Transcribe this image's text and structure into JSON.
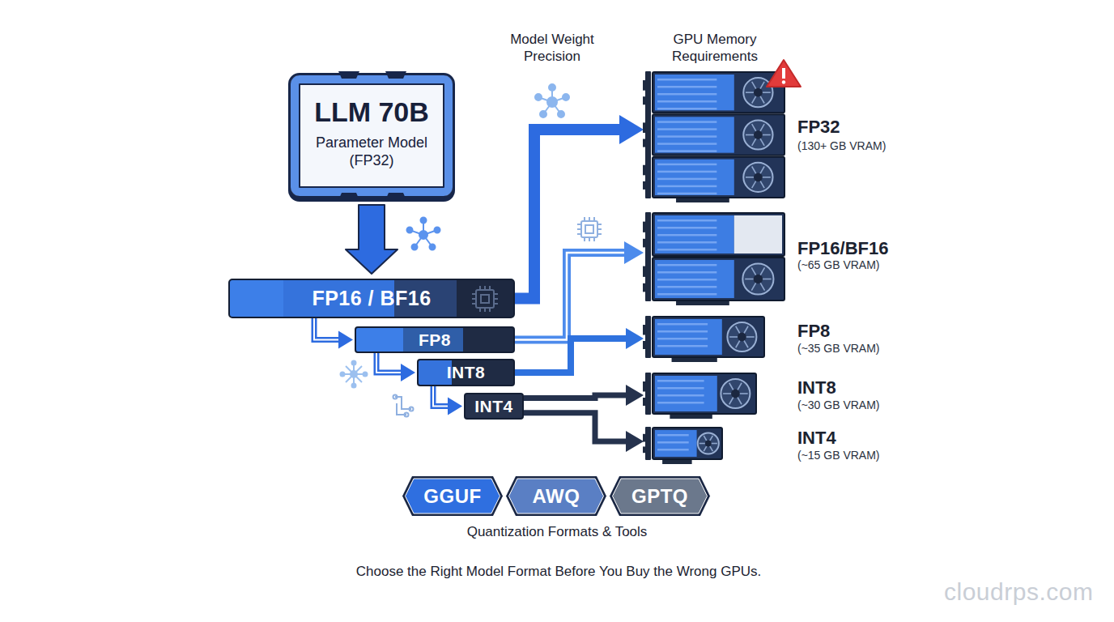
{
  "diagram": {
    "caption": "Choose the Right Model Format Before You Buy the Wrong GPUs.",
    "nodes": [
      {
        "text": [
          "LLM 70B",
          "Parameter Model (FP32)"
        ]
      },
      {
        "text": [
          "FP16 / BF16"
        ]
      },
      {
        "text": [
          "FP8"
        ]
      },
      {
        "text": [
          "INT8"
        ]
      },
      {
        "text": [
          "INT4"
        ]
      },
      {
        "text": [
          "FP32",
          "(130+ GB VRAM)"
        ]
      },
      {
        "text": [
          "FP16/BF16",
          "(~65 GB VRAM)"
        ]
      },
      {
        "text": [
          "FP8",
          "(~35 GB VRAM)"
        ]
      },
      {
        "text": [
          "INT8",
          "(~30 GB VRAM)"
        ]
      },
      {
        "text": [
          "INT4",
          "(~15 GB VRAM)"
        ]
      },
      {
        "text": [
          "GGUF"
        ]
      },
      {
        "text": [
          "AWQ"
        ]
      },
      {
        "text": [
          "GPTQ"
        ]
      }
    ],
    "edges": [
      {
        "from": 0,
        "to": 1,
        "arrow": "to"
      },
      {
        "from": 1,
        "to": 2,
        "arrow": "to"
      },
      {
        "from": 2,
        "to": 3,
        "arrow": "to"
      },
      {
        "from": 3,
        "to": 4,
        "arrow": "to"
      },
      {
        "from": 1,
        "to": 5,
        "arrow": "to"
      },
      {
        "from": 2,
        "to": 6,
        "arrow": "to"
      },
      {
        "from": 3,
        "to": 7,
        "arrow": "to"
      },
      {
        "from": 4,
        "to": 8,
        "arrow": "to"
      },
      {
        "from": 4,
        "to": 9,
        "arrow": "to"
      }
    ],
    "labels": [
      "Model Weight Precision",
      "GPU Memory Requirements",
      "Quantization Formats & Tools",
      "cloudrps.com"
    ]
  }
}
